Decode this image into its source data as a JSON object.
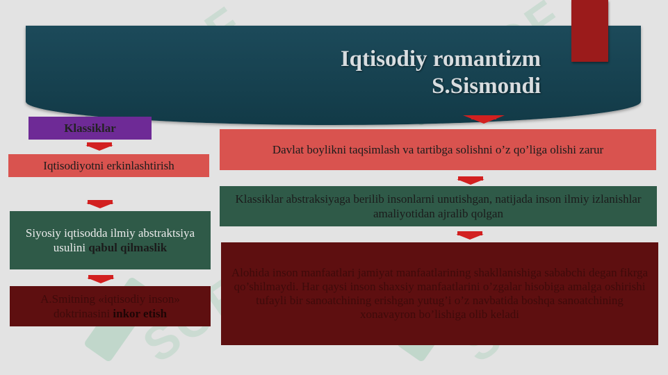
{
  "header": {
    "title_line1": "Iqtisodiy romantizm",
    "title_line2": "S.Sismondi"
  },
  "left": {
    "label": "Klassiklar",
    "step1": "Iqtisodiyotni erkinlashtirish",
    "step2_plain": "Siyosiy iqtisodda ilmiy abstraktsiya usulini ",
    "step2_bold": "qabul qilmaslik",
    "step3_plain": "A.Smitning «iqtisodiy inson» doktrinasini ",
    "step3_bold": "inkor etish"
  },
  "right": {
    "step1": "Davlat boylikni taqsimlash va tartibga solishni o’z qo’liga olishi zarur",
    "step2": "Klassiklar abstraksiyaga berilib insonlarni unutishgan, natijada inson ilmiy izlanishlar amaliyotidan ajralib qolgan",
    "step3": "Alohida inson manfaatlari jamiyat manfaatlarining shakllanishiga sababchi degan fikrga qo’shilmaydi. Har qaysi inson shaxsiy manfaatlarini o’zgalar hisobiga amalga oshirishi tufayli bir sanoatchining erishgan yutug’i o’z navbatida boshqa sanoatchining xonavayron bo’lishiga olib keladi"
  },
  "watermark": {
    "text": "SOF"
  },
  "colors": {
    "banner": "#1c4a5a",
    "accent_red": "#9b1b1b",
    "arrow": "#d22020",
    "pink_box": "#d9534f",
    "green_box": "#2f5a48",
    "maroon_box": "#5e0f10",
    "purple_label": "#6e2a96"
  }
}
